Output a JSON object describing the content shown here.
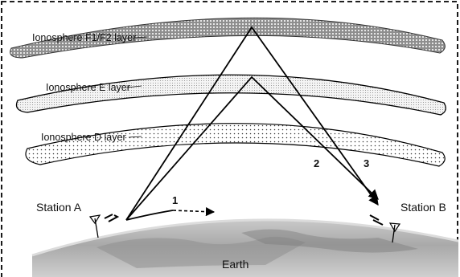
{
  "layers": [
    {
      "id": "f",
      "label": "Ionosphere F1/F2 layer"
    },
    {
      "id": "e",
      "label": "Ionosphere E layer"
    },
    {
      "id": "d",
      "label": "Ionosphere D layer"
    }
  ],
  "stations": {
    "a": {
      "label": "Station A"
    },
    "b": {
      "label": "Station B"
    }
  },
  "paths": [
    {
      "label": "1"
    },
    {
      "label": "2"
    },
    {
      "label": "3"
    }
  ],
  "earth": {
    "label": "Earth"
  }
}
